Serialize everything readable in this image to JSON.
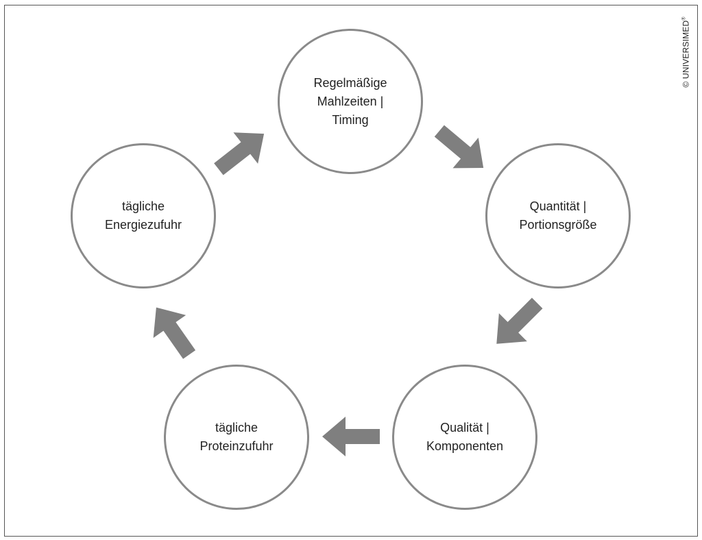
{
  "diagram": {
    "nodes": [
      {
        "id": "regular-meals",
        "lines": [
          "Regelmäßige",
          "Mahlzeiten |",
          "Timing"
        ]
      },
      {
        "id": "quantity",
        "lines": [
          "Quantität |",
          "Portionsgröße"
        ]
      },
      {
        "id": "quality",
        "lines": [
          "Qualität |",
          "Komponenten"
        ]
      },
      {
        "id": "protein",
        "lines": [
          "tägliche",
          "Proteinzufuhr"
        ]
      },
      {
        "id": "energy",
        "lines": [
          "tägliche",
          "Energiezufuhr"
        ]
      }
    ],
    "edges": [
      {
        "from": "regular-meals",
        "to": "quantity"
      },
      {
        "from": "quantity",
        "to": "quality"
      },
      {
        "from": "quality",
        "to": "protein"
      },
      {
        "from": "protein",
        "to": "energy"
      },
      {
        "from": "energy",
        "to": "regular-meals"
      }
    ],
    "colors": {
      "circle_border": "#8a8a8a",
      "arrow_fill": "#7f7f7f",
      "text": "#222222",
      "frame": "#555555"
    }
  },
  "copyright": {
    "text": "© UNIVERSIMED",
    "mark": "®"
  }
}
